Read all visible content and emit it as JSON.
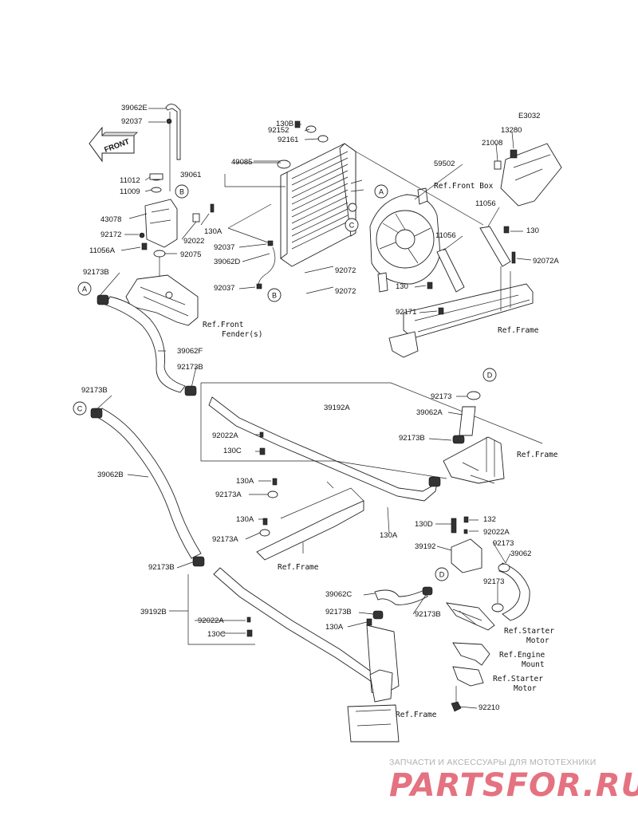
{
  "diagram_code": "E3032",
  "front_label": "FRONT",
  "callouts": {
    "a": "A",
    "b": "B",
    "c": "C",
    "d": "D"
  },
  "parts": {
    "p39062E": "39062E",
    "p92037_top": "92037",
    "p11012": "11012",
    "p11009": "11009",
    "p43078": "43078",
    "p92172": "92172",
    "p11056A": "11056A",
    "p130A_tank": "130A",
    "p92022_tank": "92022",
    "p92075": "92075",
    "p92173B_left": "92173B",
    "p39062F": "39062F",
    "p92173B_mid": "92173B",
    "p92173B_c": "92173B",
    "p39062B": "39062B",
    "p92173B_low": "92173B",
    "p39192B": "39192B",
    "p92022A_low": "92022A",
    "p130C_low": "130C",
    "p130B": "130B",
    "p92152": "92152",
    "p92161": "92161",
    "p49085": "49085",
    "p39061": "39061",
    "p92037_mid": "92037",
    "p39062D": "39062D",
    "p92037_low": "92037",
    "p92072_a": "92072",
    "p92072_b": "92072",
    "p59502": "59502",
    "p13280": "13280",
    "p21008": "21008",
    "p11056_r": "11056",
    "p11056_m": "11056",
    "p130_r": "130",
    "p92072A": "92072A",
    "p130_fan": "130",
    "p92171": "92171",
    "p39192A": "39192A",
    "p92022A_mid": "92022A",
    "p130C_mid": "130C",
    "p130A_b1": "130A",
    "p92173A_1": "92173A",
    "p130A_b2": "130A",
    "p92173A_2": "92173A",
    "p130A_pipe": "130A",
    "p92173_d": "92173",
    "p39062A": "39062A",
    "p92173B_d": "92173B",
    "p130D": "130D",
    "p132": "132",
    "p92022A_r": "92022A",
    "p39192": "39192",
    "p92173_r1": "92173",
    "p39062": "39062",
    "p92173_r2": "92173",
    "p39062C": "39062C",
    "p92173B_r": "92173B",
    "p92173B_c2": "92173B",
    "p130A_low": "130A",
    "p92210": "92210"
  },
  "refs": {
    "front_box": "Ref.Front Box",
    "front_fender_1": "Ref.Front",
    "front_fender_2": "Fender(s)",
    "frame_1": "Ref.Frame",
    "frame_2": "Ref.Frame",
    "frame_3": "Ref.Frame",
    "frame_4": "Ref.Frame",
    "starter_1a": "Ref.Starter",
    "starter_1b": "Motor",
    "engine_a": "Ref.Engine",
    "engine_b": "Mount",
    "starter_2a": "Ref.Starter",
    "starter_2b": "Motor"
  },
  "watermark": {
    "tagline": "ЗАПЧАСТИ И АКСЕССУАРЫ ДЛЯ МОТОТЕХНИКИ",
    "logo": "PARTSFOR.RU"
  }
}
